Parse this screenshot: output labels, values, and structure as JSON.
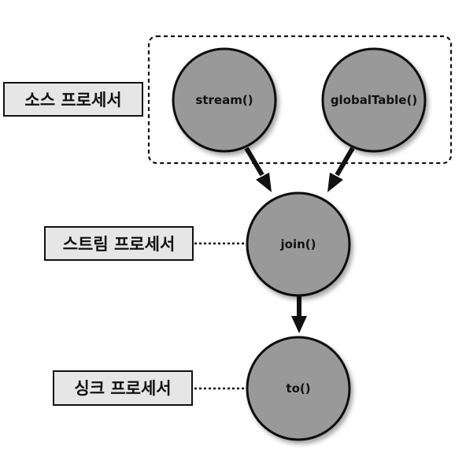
{
  "nodes": {
    "stream": {
      "label": "stream()"
    },
    "globalTable": {
      "label": "globalTable()"
    },
    "join": {
      "label": "join()"
    },
    "to": {
      "label": "to()"
    }
  },
  "roles": {
    "source": {
      "label": "소스 프로세서"
    },
    "stream": {
      "label": "스트림 프로세서"
    },
    "sink": {
      "label": "싱크 프로세서"
    }
  },
  "colors": {
    "node_fill": "#999999",
    "node_stroke": "#111111",
    "label_box_fill": "#e6e6e6",
    "line": "#111111"
  }
}
